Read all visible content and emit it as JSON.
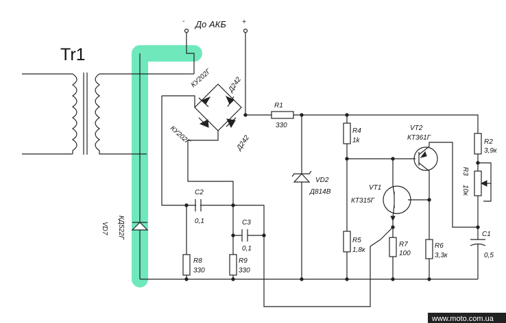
{
  "title": "Tr1",
  "battery": {
    "label": "До АКБ",
    "minus": "-",
    "plus": "+"
  },
  "components": {
    "bridge_thyristor_top": "КУ202Г",
    "bridge_thyristor_bottom": "КУ202Г",
    "bridge_diode_top": "Д242",
    "bridge_diode_bottom": "Д242",
    "r1_name": "R1",
    "r1_value": "330",
    "r2_name": "R2",
    "r2_value": "3,9к",
    "r3_name": "R3",
    "r3_value": "10к",
    "r4_name": "R4",
    "r4_value": "1k",
    "r5_name": "R5",
    "r5_value": "1,8к",
    "r6_name": "R6",
    "r6_value": "3,3к",
    "r7_name": "R7",
    "r7_value": "100",
    "r8_name": "R8",
    "r8_value": "330",
    "r9_name": "R9",
    "r9_value": "330",
    "c1_name": "C1",
    "c1_value": "0,5",
    "c2_name": "C2",
    "c2_value": "0,1",
    "c3_name": "C3",
    "c3_value": "0,1",
    "vd2_name": "VD2",
    "vd2_value": "Д814В",
    "vd7_name": "VD7",
    "vd7_value": "КД522Г",
    "vt1_name": "VT1",
    "vt1_value": "КТ315Г",
    "vt2_name": "VT2",
    "vt2_value": "КТ361Г"
  },
  "highlight_color": "#3fe0a6",
  "watermark": "www.moto.com.ua"
}
